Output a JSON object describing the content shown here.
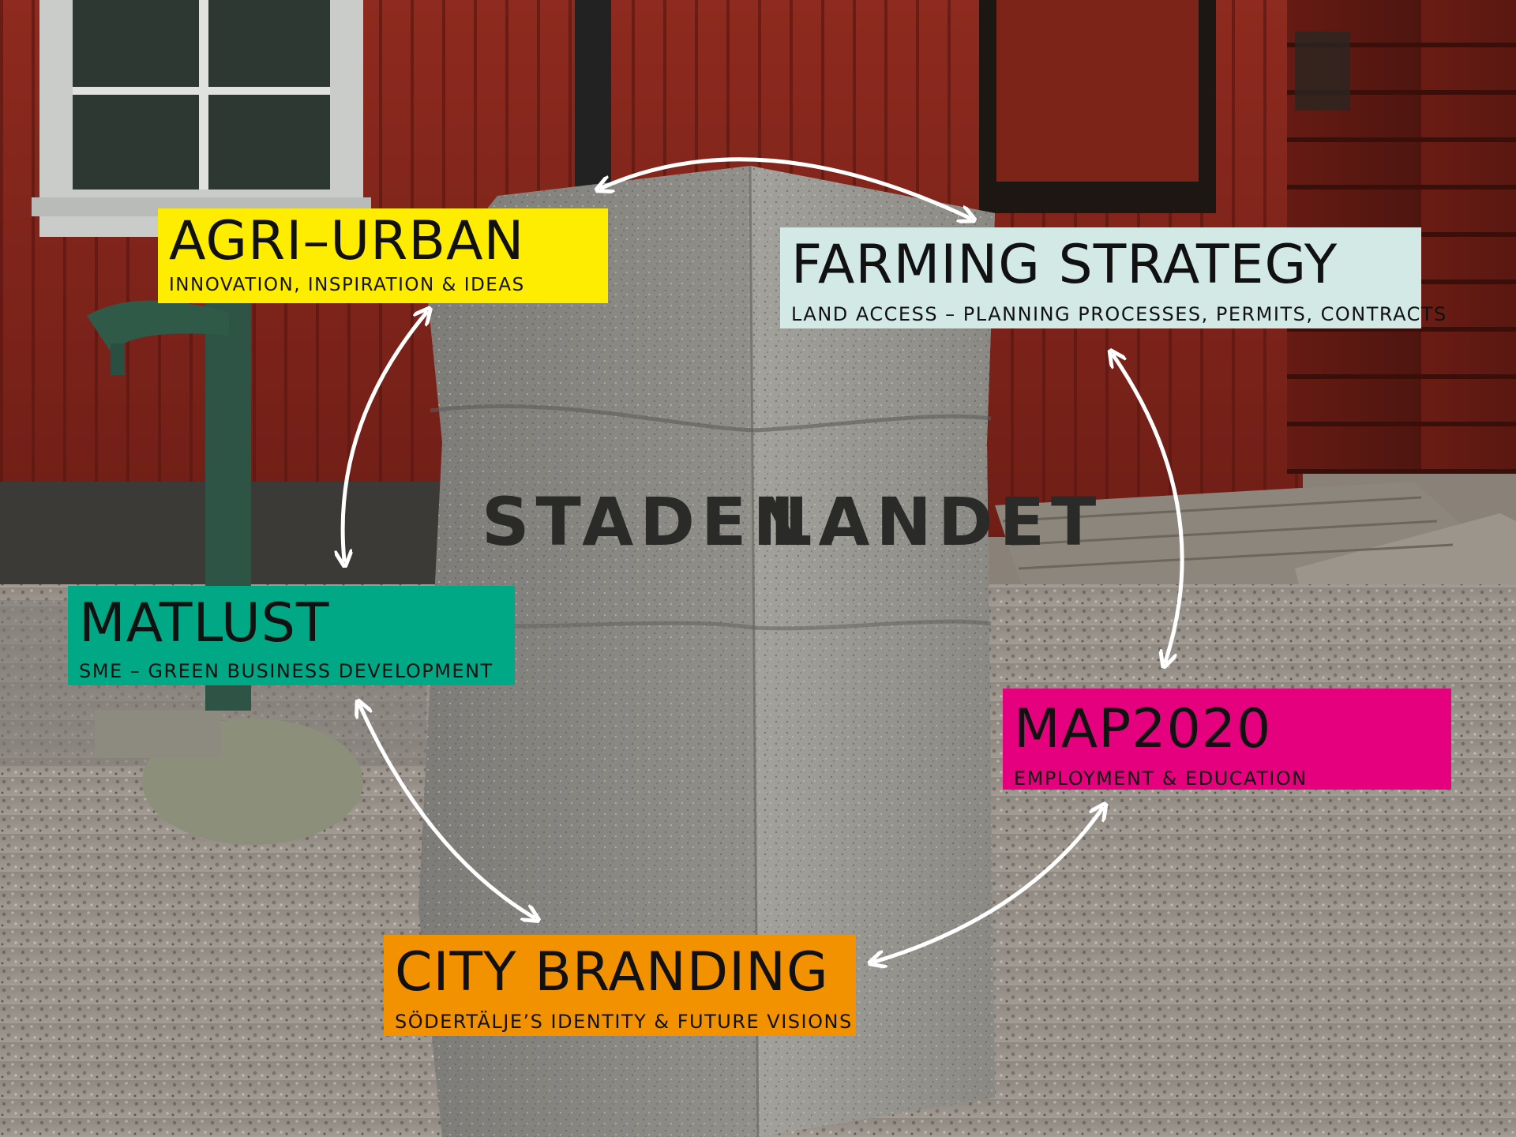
{
  "stone_inscription": {
    "left": "STADEN",
    "right": "LANDET"
  },
  "nodes": [
    {
      "id": "agri_urban",
      "title": "AGRI–URBAN",
      "subtitle": "INNOVATION, INSPIRATION & IDEAS",
      "color": "#FFED00"
    },
    {
      "id": "farming_strategy",
      "title": "FARMING STRATEGY",
      "subtitle": "LAND ACCESS – PLANNING PROCESSES, PERMITS, CONTRACTS",
      "color": "#D3E9E6"
    },
    {
      "id": "matlust",
      "title": "MATLUST",
      "subtitle": "SME – GREEN BUSINESS DEVELOPMENT",
      "color": "#00A886"
    },
    {
      "id": "map2020",
      "title": "MAP2020",
      "subtitle": "EMPLOYMENT & EDUCATION",
      "color": "#E5007E"
    },
    {
      "id": "city_branding",
      "title": "CITY BRANDING",
      "subtitle": "SÖDERTÄLJE’S IDENTITY & FUTURE VISIONS",
      "color": "#F39200"
    }
  ],
  "connections": [
    {
      "from": "agri_urban",
      "to": "farming_strategy",
      "style": "double-arrow"
    },
    {
      "from": "farming_strategy",
      "to": "map2020",
      "style": "double-arrow"
    },
    {
      "from": "map2020",
      "to": "city_branding",
      "style": "double-arrow"
    },
    {
      "from": "city_branding",
      "to": "matlust",
      "style": "double-arrow"
    },
    {
      "from": "matlust",
      "to": "agri_urban",
      "style": "double-arrow"
    }
  ],
  "arrow_color": "#FFFFFF"
}
